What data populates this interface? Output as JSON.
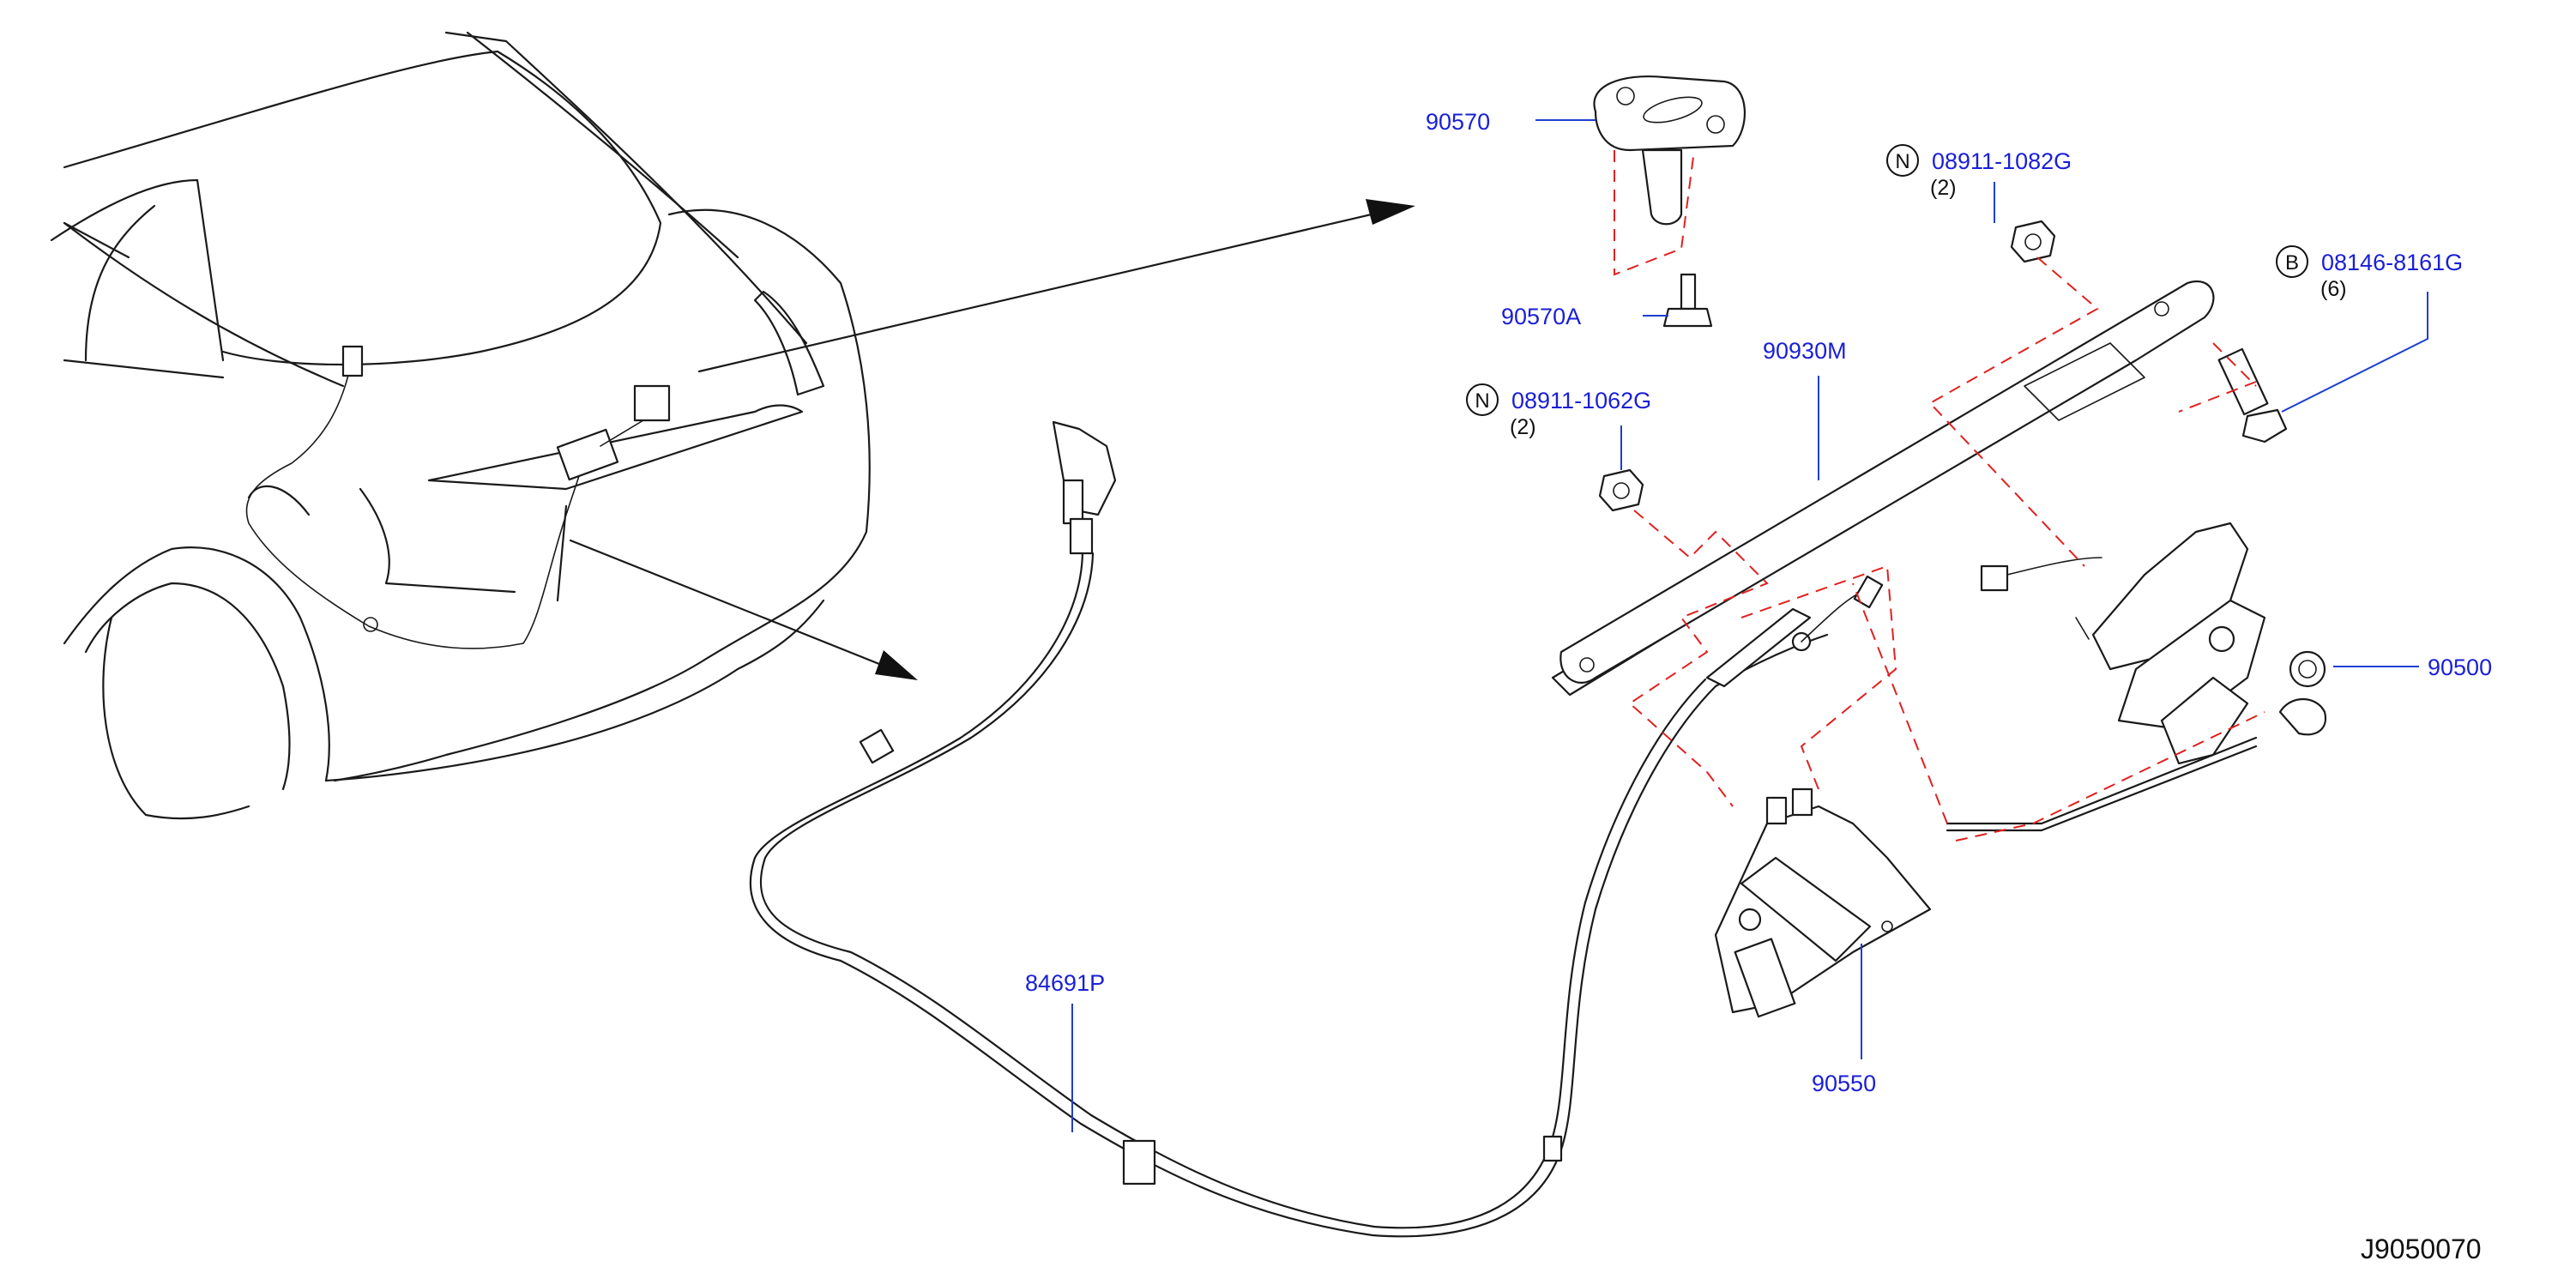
{
  "diagram": {
    "drawing_number": "J9050070",
    "callouts": [
      {
        "id": "c-90570",
        "part_no": "90570"
      },
      {
        "id": "c-90570A",
        "part_no": "90570A"
      },
      {
        "id": "c-08911-1082G",
        "prefix": "N",
        "part_no": "08911-1082G",
        "qty": "(2)"
      },
      {
        "id": "c-08146-8161G",
        "prefix": "B",
        "part_no": "08146-8161G",
        "qty": "(6)"
      },
      {
        "id": "c-90930M",
        "part_no": "90930M"
      },
      {
        "id": "c-08911-1062G",
        "prefix": "N",
        "part_no": "08911-1062G",
        "qty": "(2)"
      },
      {
        "id": "c-90500",
        "part_no": "90500"
      },
      {
        "id": "c-84691P",
        "part_no": "84691P"
      },
      {
        "id": "c-90550",
        "part_no": "90550"
      }
    ],
    "colors": {
      "label": "#1a1fd6",
      "leader": "#1f3fd0",
      "dashed": "#e02020",
      "line": "#1a1a1a"
    }
  }
}
